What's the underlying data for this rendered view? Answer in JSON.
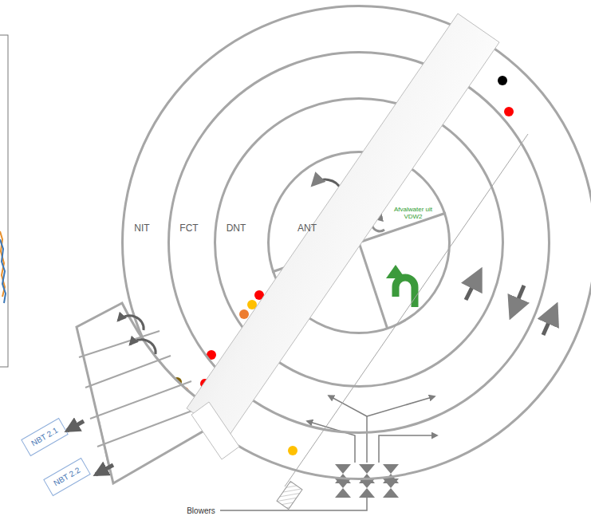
{
  "diagram": {
    "nodes": [
      {
        "text": [
          "NIT"
        ]
      },
      {
        "text": [
          "FCT"
        ],
        "in": 0
      },
      {
        "text": [
          "DNT"
        ],
        "in": 1
      },
      {
        "text": [
          "ANT"
        ],
        "in": 2
      },
      {
        "text": [
          "NBT 2.1"
        ]
      },
      {
        "text": [
          "NBT 2.2"
        ]
      }
    ],
    "labels": [
      "Afvalwater uit VDW2",
      "Blowers"
    ]
  }
}
